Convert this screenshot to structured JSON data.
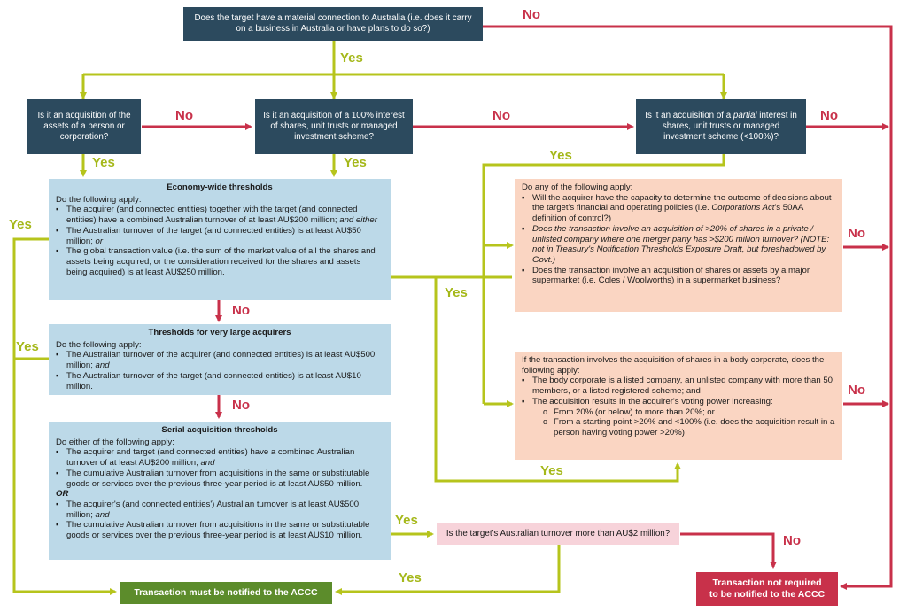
{
  "colors": {
    "dark": "#2c4a5e",
    "blue": "#bcd9e8",
    "peach": "#fad5c2",
    "pink": "#f7d3da",
    "green": "#5c8c2b",
    "red": "#c8314a",
    "yes_line": "#b6c41c",
    "no_line": "#c8314a"
  },
  "q_top": "Does the target have a material connection to Australia (i.e. does it carry on a business in Australia or have plans to do so?)",
  "q_assets": "Is it an acquisition of the assets of a person or corporation?",
  "q_full": "Is it an acquisition of a 100% interest of shares, unit trusts or managed investment scheme?",
  "q_partial": {
    "pre": "Is it an acquisition of a ",
    "em": "partial",
    "post": " interest in shares, unit trusts or managed investment scheme (<100%)?"
  },
  "economy": {
    "title": "Economy-wide thresholds",
    "intro": "Do the following apply:",
    "b1": "The acquirer (and connected entities) together with the target (and connected entities) have a combined Australian turnover of at least AU$200 million; ",
    "b1_em": "and either",
    "b2": "The Australian turnover of the target (and connected entities) is at least AU$50 million; ",
    "b2_em": "or",
    "b3": "The global transaction value (i.e. the sum of the market value of all the shares and assets being acquired, or the consideration received for the shares and assets being acquired) is at least AU$250 million."
  },
  "large": {
    "title": "Thresholds for very large acquirers",
    "intro": "Do the following apply:",
    "b1": "The Australian turnover of the acquirer (and connected entities) is at least AU$500 million; ",
    "b1_em": "and",
    "b2": "The Australian turnover of the target (and connected entities) is at least AU$10 million."
  },
  "serial": {
    "title": "Serial acquisition thresholds",
    "intro": "Do either of the following apply:",
    "b1": "The acquirer and target (and connected entities) have a combined Australian turnover of at least AU$200 million; ",
    "b1_em": "and",
    "b2": "The cumulative Australian turnover from acquisitions in the same or substitutable goods or services over the previous three-year period is at least AU$50 million.",
    "or": "OR",
    "b3": "The acquirer's (and connected entities') Australian turnover is at least AU$500 million; ",
    "b3_em": "and",
    "b4": "The cumulative Australian turnover from acquisitions in the same or substitutable goods or services over the previous three-year period is at least AU$10 million."
  },
  "control": {
    "intro": "Do any of the following apply:",
    "b1_pre": "Will the acquirer have the capacity to determine the outcome of decisions about the target's financial and operating policies (i.e. ",
    "b1_em": "Corporations Act",
    "b1_post": "'s 50AA definition of control?)",
    "b2": "Does the transaction involve an acquisition of >20% of shares in a private / unlisted company where one merger party has >$200 million turnover?",
    "b2_note": "(NOTE: not in Treasury's Notification Thresholds Exposure Draft, but foreshadowed by Govt.)",
    "b3": "Does the transaction involve an acquisition of shares or assets by a major supermarket (i.e. Coles / Woolworths) in a supermarket business?"
  },
  "voting": {
    "intro": "If the transaction involves the acquisition of shares in a body corporate, does the following apply:",
    "b1": "The body corporate is a listed company, an unlisted company with more than 50 members, or a listed registered scheme; and",
    "b2": "The acquisition results in the acquirer's voting power increasing:",
    "s1": "From 20% (or below) to more than 20%; or",
    "s2": "From a starting point >20% and <100% (i.e. does the acquisition result in a person having voting power >20%)"
  },
  "q_turnover": "Is the target's Australian turnover more than AU$2 million?",
  "outcome_notify": "Transaction must be notified to the ACCC",
  "outcome_not": "Transaction not required to be notified to the ACCC",
  "labels": {
    "yes": "Yes",
    "no": "No"
  }
}
